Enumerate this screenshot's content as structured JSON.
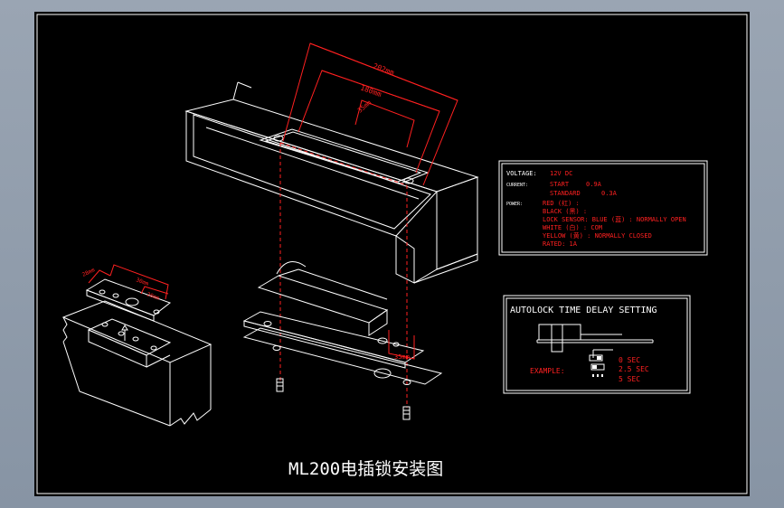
{
  "drawing": {
    "title": "ML200电插锁安装图",
    "dimensions": [
      "202mm",
      "180mm",
      "35mm",
      "28mm",
      "30mm",
      "20mm",
      "35mm"
    ]
  },
  "spec_box": {
    "voltage_label": "VOLTAGE:",
    "voltage_value": "12V DC",
    "current_label": "CURRENT:",
    "start_label": "START",
    "start_value": "0.9A",
    "standard_label": "STANDARD",
    "standard_value": "0.3A",
    "power_label": "POWER:",
    "wires": [
      "RED (红) :",
      "BLACK (黑) :",
      "LOCK SENSOR: BLUE (蓝) : NORMALLY OPEN",
      "WHITE (白) : COM",
      "YELLOW (黄) : NORMALLY CLOSED",
      "RATED: 1A"
    ]
  },
  "delay_box": {
    "title": "AUTOLOCK TIME DELAY SETTING",
    "example_label": "EXAMPLE:",
    "options": [
      "0 SEC",
      "2.5 SEC",
      "5 SEC"
    ]
  },
  "colors": {
    "frame_bg": "#000000",
    "line_white": "#ffffff",
    "accent_red": "#ff2020",
    "viewport": "#8f9aa8"
  }
}
